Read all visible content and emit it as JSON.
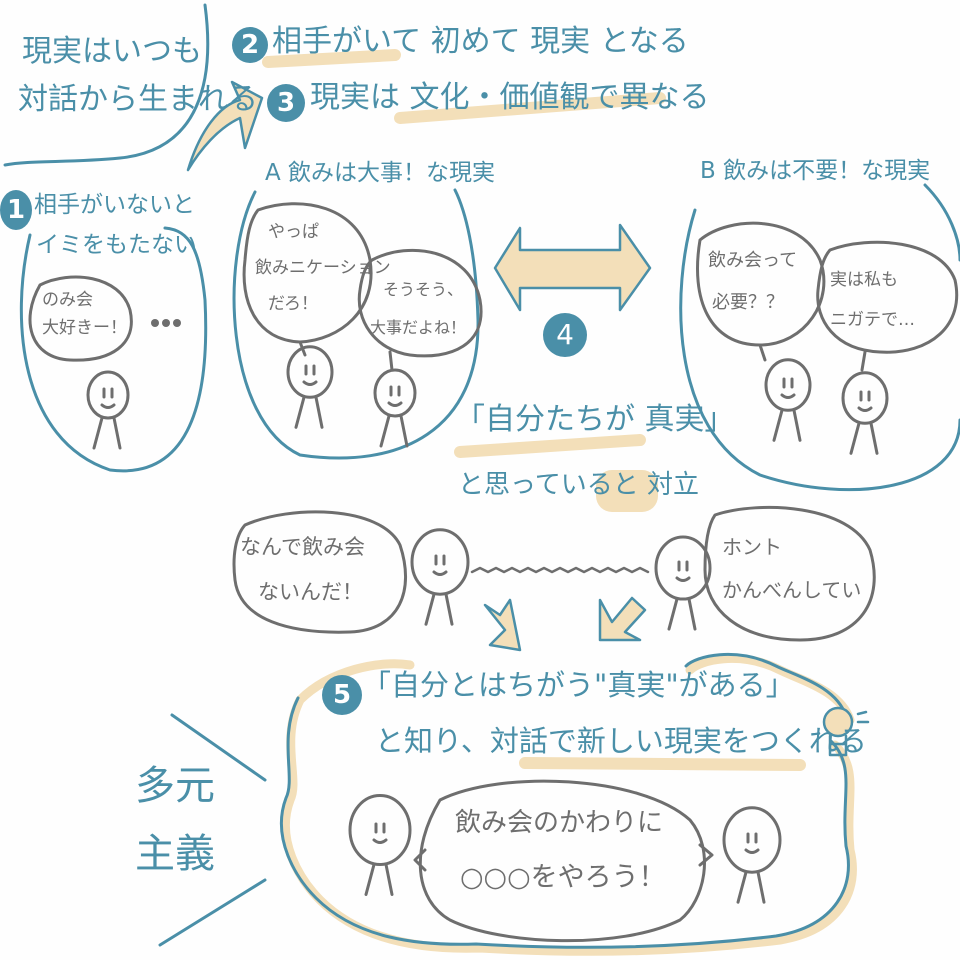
{
  "colors": {
    "teal": "#4a8fa8",
    "gray": "#6e6e6e",
    "highlight": "#f3dfb9"
  },
  "intro": {
    "line1": "現実はいつも",
    "line2": "対話から生まれる"
  },
  "points": {
    "p2": {
      "num": "2",
      "text": "相手がいて 初めて 現実 となる"
    },
    "p3": {
      "num": "3",
      "text": "現実は 文化・価値観で異なる"
    },
    "p1": {
      "num": "1",
      "line1": "相手がいないと",
      "line2": "イミをもたない",
      "bubble1": "のみ会",
      "bubble2": "大好きー！",
      "ellipsis": "…"
    },
    "p4": {
      "num": "4"
    },
    "p5": {
      "num": "5",
      "line1": "「自分とはちがう\"真実\"がある」",
      "line2": "と知り、対話で新しい現実をつくれる"
    }
  },
  "realityA": {
    "title": "A 飲みは大事！な現実",
    "bubble_left": [
      "やっぱ",
      "飲みニケーション",
      "だろ！"
    ],
    "bubble_right": [
      "そうそう、",
      "大事だよね！"
    ]
  },
  "realityB": {
    "title": "B 飲みは不要！な現実",
    "bubble_left": [
      "飲み会って",
      "必要？？"
    ],
    "bubble_right": [
      "実は私も",
      "ニガテで…"
    ]
  },
  "conflict": {
    "line1": "「自分たちが 真実」",
    "line2a": "と思っていると ",
    "line2b": "対立"
  },
  "argument": {
    "left": [
      "なんで飲み会",
      "ないんだ！"
    ],
    "right": [
      "ホント",
      "かんべんしてい"
    ]
  },
  "pluralism": {
    "line1": "多元",
    "line2": "主義"
  },
  "resolution": {
    "bubble": [
      "飲み会のかわりに",
      "○○○をやろう！"
    ]
  }
}
